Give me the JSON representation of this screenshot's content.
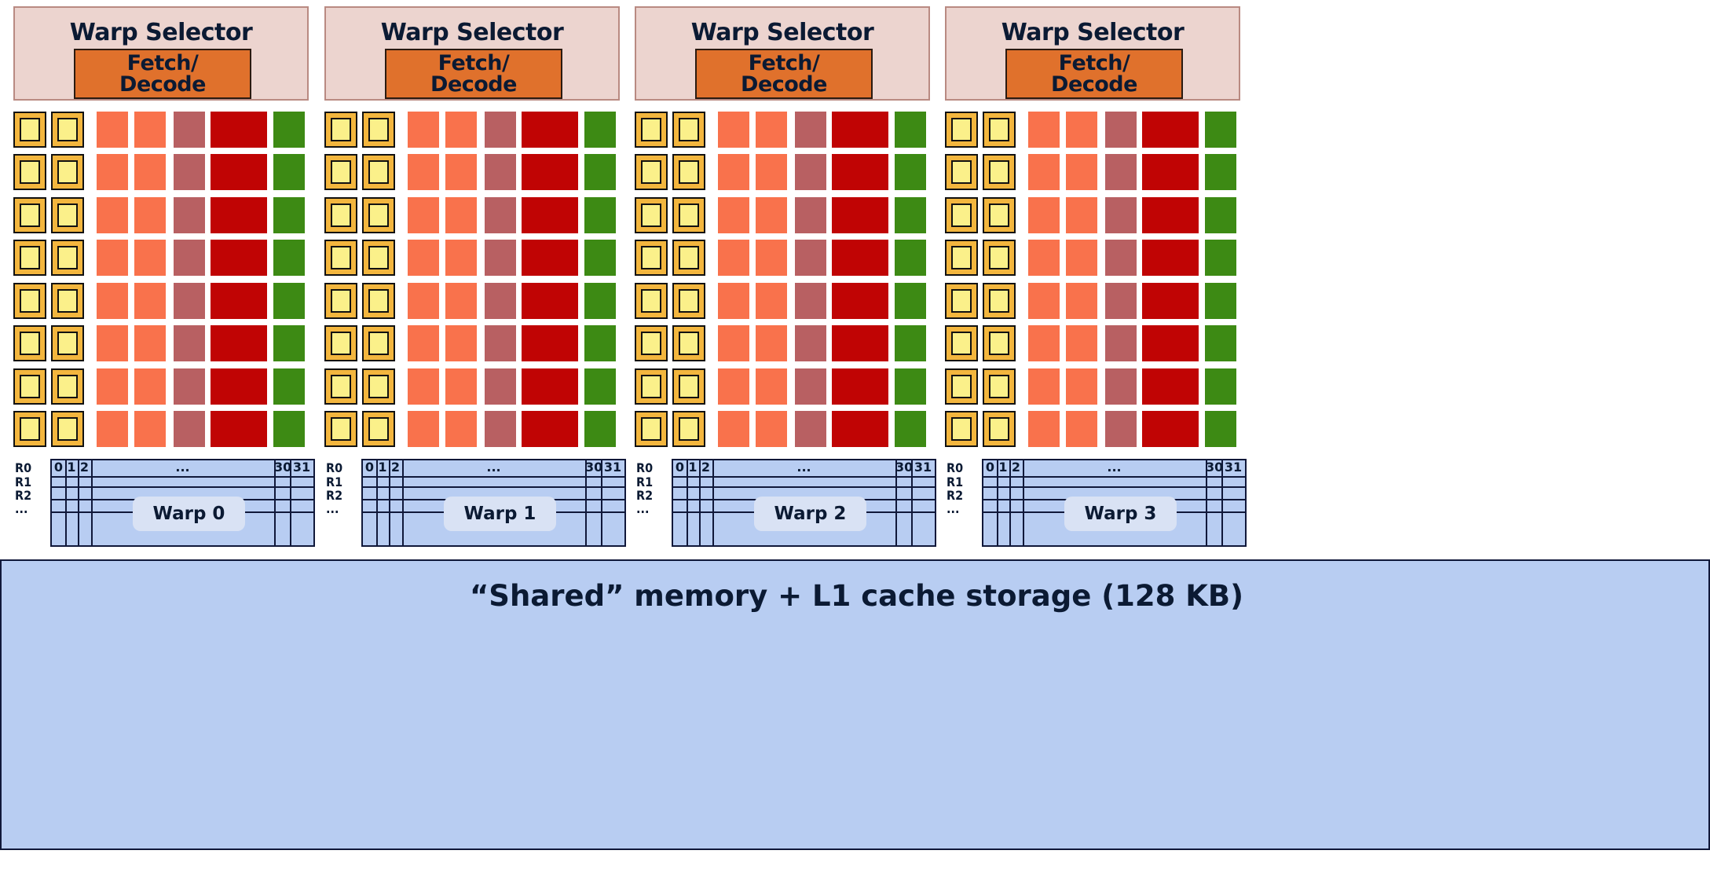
{
  "warp_selector_label": "Warp Selector",
  "fetch_decode_label": "Fetch/\nDecode",
  "register_rows": [
    "R0",
    "R1",
    "R2",
    "..."
  ],
  "register_columns": [
    "0",
    "1",
    "2",
    "...",
    "30",
    "31"
  ],
  "partitions": [
    {
      "warp_label": "Warp 0"
    },
    {
      "warp_label": "Warp 1"
    },
    {
      "warp_label": "Warp 2"
    },
    {
      "warp_label": "Warp 3"
    }
  ],
  "shared_memory_label": "“Shared” memory + L1 cache storage (128 KB)",
  "colors": {
    "warp_selector_bg": "#ecd4cf",
    "fetch_decode_bg": "#e0712c",
    "core_outer": "#f3b63e",
    "core_inner": "#fbf08a",
    "unit_salmon": "#f9724c",
    "unit_mauve": "#b86062",
    "unit_red": "#c00404",
    "unit_green": "#3d8a14",
    "register_file": "#b8cdf2"
  }
}
